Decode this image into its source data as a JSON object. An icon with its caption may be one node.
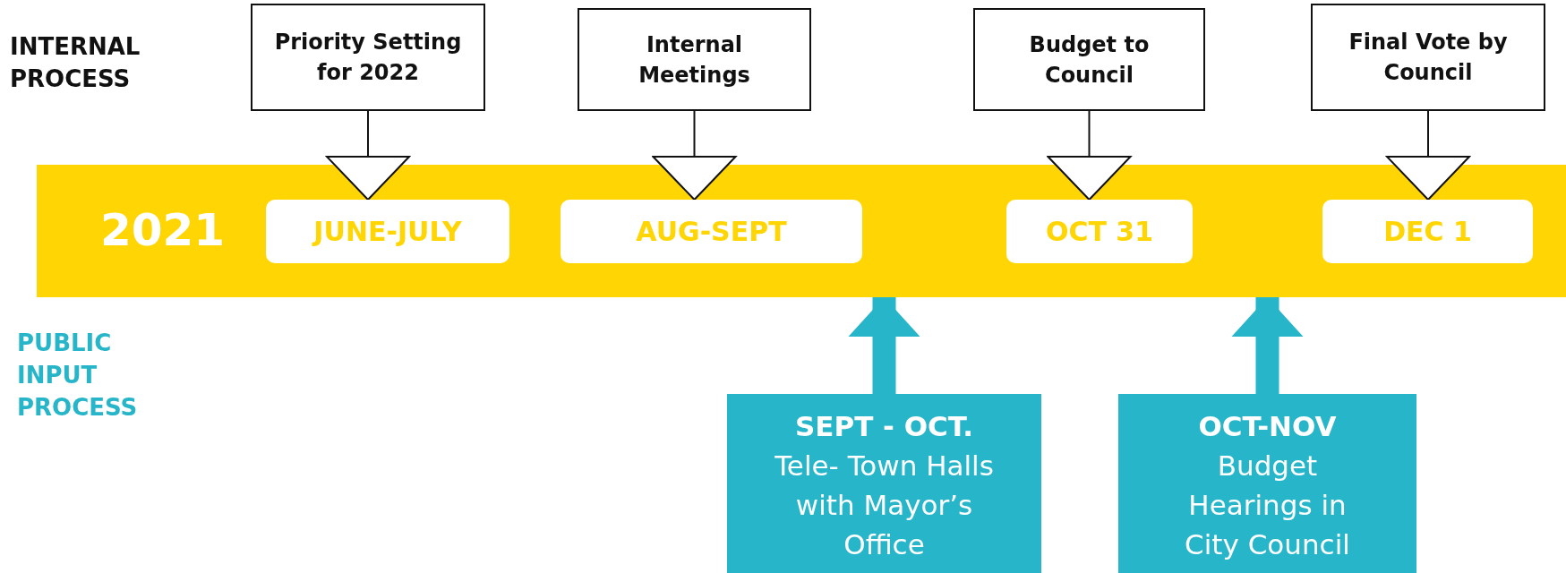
{
  "diagram": {
    "nodes": [
      {
        "text": [
          "Priority Setting for 2022"
        ]
      },
      {
        "text": [
          "Internal Meetings"
        ]
      },
      {
        "text": [
          "Budget to Council"
        ]
      },
      {
        "text": [
          "Final Vote by Council"
        ]
      },
      {
        "text": [
          "2021"
        ]
      },
      {
        "text": [
          "JUNE-JULY"
        ],
        "in": 4
      },
      {
        "text": [
          "AUG-SEPT"
        ],
        "in": 4
      },
      {
        "text": [
          "OCT 31"
        ],
        "in": 4
      },
      {
        "text": [
          "DEC 1"
        ],
        "in": 4
      },
      {
        "text": [
          "SEPT - OCT.",
          "Tele- Town Halls with Mayor’s Office"
        ]
      },
      {
        "text": [
          "OCT-NOV",
          "Budget Hearings in City Council"
        ]
      }
    ],
    "edges": [
      {
        "from": 0,
        "to": 5,
        "arrow": "to"
      },
      {
        "from": 1,
        "to": 6,
        "arrow": "to"
      },
      {
        "from": 2,
        "to": 7,
        "arrow": "to"
      },
      {
        "from": 3,
        "to": 8,
        "arrow": "to"
      },
      {
        "from": 9,
        "to": 4,
        "arrow": "to",
        "style": "thick",
        "color": "#26b5c9"
      },
      {
        "from": 10,
        "to": 4,
        "arrow": "to",
        "style": "thick",
        "color": "#26b5c9"
      }
    ],
    "labels": [
      "INTERNAL PROCESS",
      "PUBLIC INPUT PROCESS"
    ]
  }
}
